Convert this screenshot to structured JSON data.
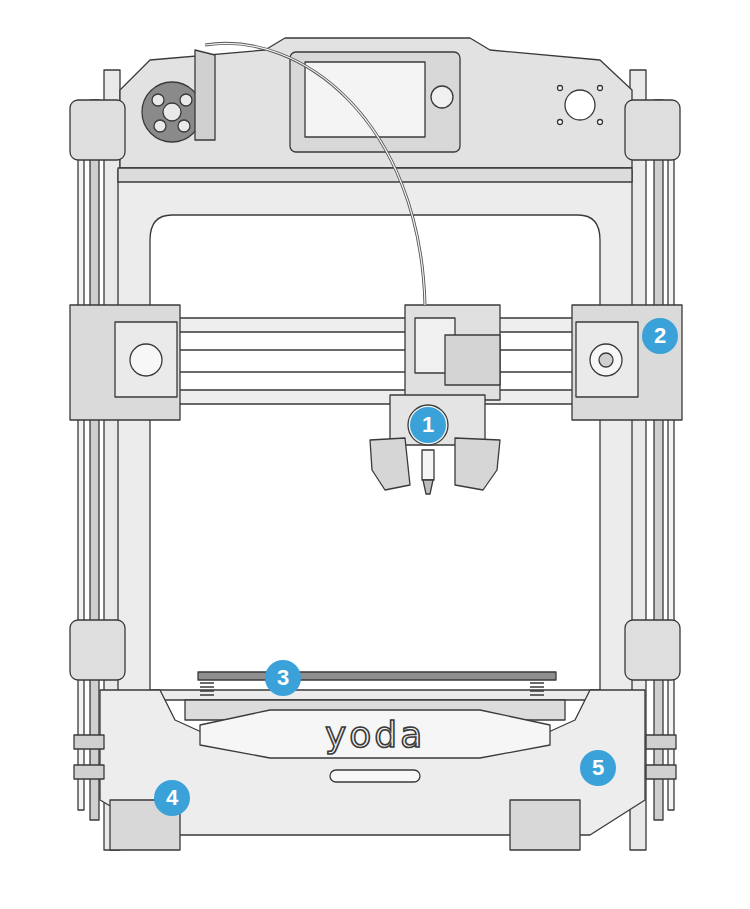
{
  "diagram": {
    "labels": [
      "2",
      "1",
      "3",
      "yoda",
      "5",
      "4"
    ]
  }
}
